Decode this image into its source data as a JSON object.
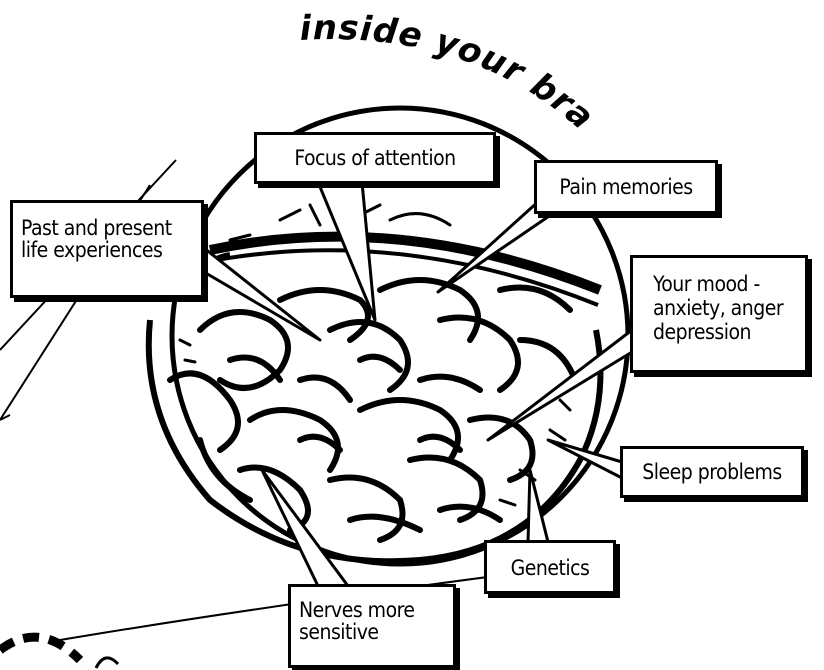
{
  "title": "inside your brain",
  "labels": {
    "focus": {
      "line1": "Focus of attention"
    },
    "pain": {
      "line1": "Pain memories"
    },
    "past": {
      "line1": "Past and present",
      "line2": "life experiences"
    },
    "mood": {
      "line1": "Your mood -",
      "line2": "anxiety, anger",
      "line3": "depression"
    },
    "sleep": {
      "line1": "Sleep problems"
    },
    "genetics": {
      "line1": "Genetics"
    },
    "nerves": {
      "line1": "Nerves more",
      "line2": "sensitive"
    }
  }
}
